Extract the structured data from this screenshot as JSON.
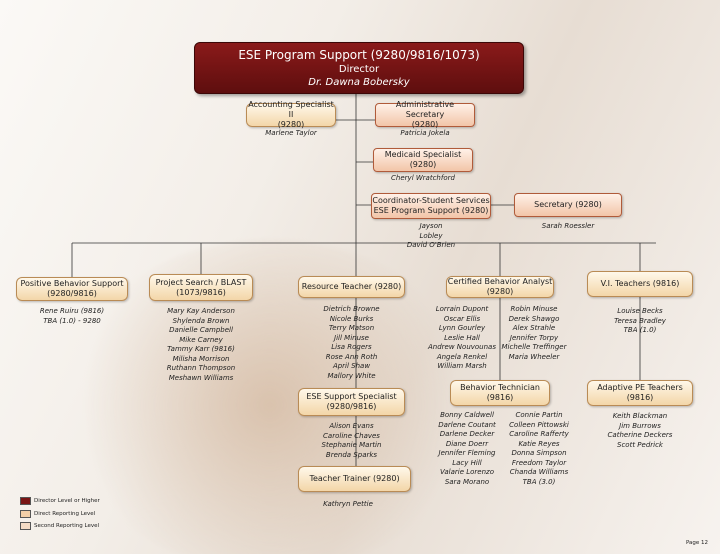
{
  "director": {
    "title": "ESE Program Support (9280/9816/1073)",
    "role": "Director",
    "name": "Dr. Dawna Bobersky"
  },
  "accounting": {
    "title": "Accounting Specialist II",
    "code": "(9280)",
    "staff": [
      "Marlene Taylor"
    ]
  },
  "admin_secretary": {
    "title": "Administrative Secretary",
    "code": "(9280)",
    "staff": [
      "Patricia Jokela"
    ]
  },
  "medicaid": {
    "title": "Medicaid Specialist",
    "code": "(9280)",
    "staff": [
      "Cheryl Wratchford"
    ]
  },
  "coordinator": {
    "title": "Coordinator-Student Services",
    "subtitle": "ESE Program Support (9280)",
    "staff": [
      "Jayson",
      "Lobley",
      "David O'Brien"
    ]
  },
  "secretary": {
    "title": "Secretary (9280)",
    "staff": [
      "Sarah Roessler"
    ]
  },
  "pbs": {
    "title": "Positive Behavior Support",
    "code": "(9280/9816)",
    "staff": [
      "Rene Ruiru (9816)",
      "TBA (1.0) - 9280"
    ]
  },
  "project_search": {
    "title": "Project Search / BLAST",
    "code": "(1073/9816)",
    "staff": [
      "Mary Kay Anderson",
      "Shylenda Brown",
      "Danielle Campbell",
      "Mike Carney",
      "Tammy Karr (9816)",
      "Milisha Morrison",
      "Ruthann Thompson",
      "Meshawn Williams"
    ]
  },
  "resource_teacher": {
    "title": "Resource Teacher (9280)",
    "staff": [
      "Dietrich Browne",
      "Nicole Burks",
      "Terry Matson",
      "Jill Minuse",
      "Lisa Rogers",
      "Rose Ann Roth",
      "April Shaw",
      "Mallory White"
    ]
  },
  "cba": {
    "title": "Certified Behavior Analyst",
    "code": "(9280)",
    "staff_left": [
      "Lorrain Dupont",
      "Oscar Ellis",
      "Lynn Gourley",
      "Leslie Hall",
      "Andrew Nouvounas",
      "Angela Renkel",
      "William Marsh"
    ],
    "staff_right": [
      "Robin Minuse",
      "Derek Shawgo",
      "Alex Strahle",
      "Jennifer Torpy",
      "Michelle Treffinger",
      "Maria Wheeler"
    ]
  },
  "vi_teachers": {
    "title": "V.I. Teachers (9816)",
    "staff": [
      "Louise Becks",
      "Teresa Bradley",
      "TBA (1.0)"
    ]
  },
  "ese_support": {
    "title": "ESE Support Specialist",
    "code": "(9280/9816)",
    "staff": [
      "Alison Evans",
      "Caroline Chaves",
      "Stephanie Martin",
      "Brenda Sparks"
    ]
  },
  "behavior_tech": {
    "title": "Behavior Technician",
    "code": "(9816)",
    "staff_left": [
      "Bonny Caldwell",
      "Darlene Coutant",
      "Darlene Decker",
      "Diane Doerr",
      "Jennifer Fleming",
      "Lacy Hill",
      "Valarie Lorenzo",
      "Sara Morano"
    ],
    "staff_right": [
      "Connie Partin",
      "Colleen Pittowski",
      "Caroline Rafferty",
      "Katie Reyes",
      "Donna Simpson",
      "Freedom Taylor",
      "Chanda Williams",
      "TBA (3.0)"
    ]
  },
  "adaptive_pe": {
    "title": "Adaptive PE Teachers",
    "code": "(9816)",
    "staff": [
      "Keith Blackman",
      "Jim Burrows",
      "Catherine Deckers",
      "Scott Pedrick"
    ]
  },
  "teacher_trainer": {
    "title": "Teacher Trainer (9280)",
    "staff": [
      "Kathryn Pettie"
    ]
  },
  "legend": {
    "items": [
      {
        "label": "Director Level or Higher",
        "color": "#7a1515"
      },
      {
        "label": "Direct Reporting Level",
        "color": "#f3cfa8"
      },
      {
        "label": "Second Reporting Level",
        "color": "#f5dcc6"
      }
    ]
  },
  "page_number": "Page 12",
  "colors": {
    "director": "#7a1515",
    "gold_border": "#b98b55",
    "red_border": "#b05b3a"
  }
}
